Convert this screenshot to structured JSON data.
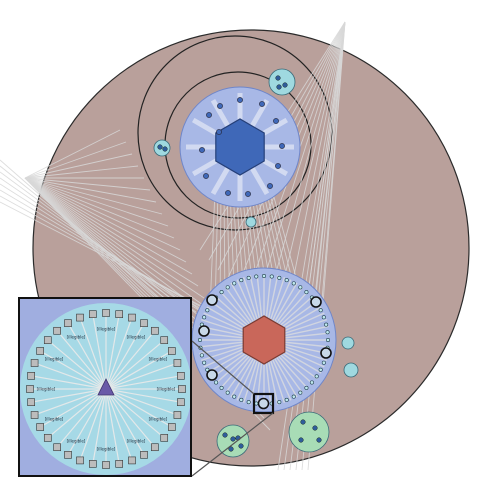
{
  "colors": {
    "background": "#ffffff",
    "outer_region": "#b9a09b",
    "outer_stroke": "#2b2b2b",
    "group_fill": "#a8b8e6",
    "group_stroke": "#6f86c9",
    "hub_top": "#3f68b8",
    "hub_bottom": "#c9675a",
    "hub_inset": "#6a5aa8",
    "edge": "#d8d8d8",
    "node_light": "#9fd9e0",
    "node_green": "#a8dcb6",
    "inset_fill": "#a6d9e6",
    "inset_ring": "#a0aee0",
    "bracket": "#7a7a7a"
  },
  "icons": {
    "hub": "hexagon-icon",
    "inset_hub": "triangle-icon",
    "selection": "square-marker-icon"
  },
  "inset": {
    "labels": [
      "[illegible]",
      "[illegible]",
      "[illegible]",
      "[illegible]",
      "[illegible]",
      "[illegible]",
      "[illegible]",
      "[illegible]",
      "[illegible]",
      "[illegible]",
      "[illegible]",
      "[illegible]"
    ]
  }
}
